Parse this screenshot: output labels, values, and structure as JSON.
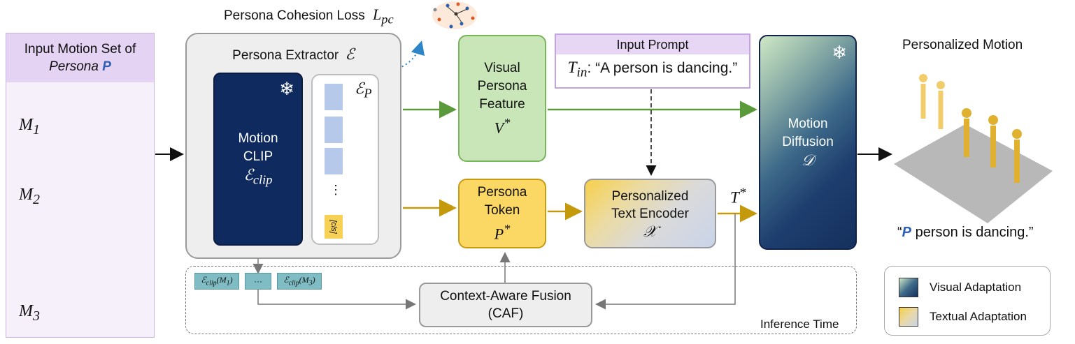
{
  "input_panel": {
    "title_line1": "Input Motion Set of",
    "title_italic": "Persona",
    "title_symbol": "P",
    "motions": [
      "M",
      "M",
      "M"
    ],
    "motion_subs": [
      "1",
      "2",
      "3"
    ]
  },
  "loss": {
    "label": "Persona Cohesion Loss",
    "symbol": "L",
    "symbol_sub": "pc"
  },
  "extractor": {
    "title": "Persona Extractor",
    "symbol": "ℰ",
    "clip_line1": "Motion",
    "clip_line2": "CLIP",
    "clip_symbol": "ℰ",
    "clip_sub": "clip",
    "ep_symbol": "ℰ",
    "ep_sub": "P",
    "cls_label": "[cls]",
    "ellipsis": "⋮"
  },
  "visual_feature": {
    "line1": "Visual",
    "line2": "Persona",
    "line3": "Feature",
    "symbol": "V",
    "sup": "*"
  },
  "persona_token": {
    "line1": "Persona",
    "line2": "Token",
    "symbol": "P",
    "sup": "*"
  },
  "prompt": {
    "header": "Input Prompt",
    "symbol": "T",
    "sub": "in",
    "text": ": “A person is dancing.”"
  },
  "text_encoder": {
    "line1": "Personalized",
    "line2": "Text Encoder",
    "symbol": "𝒳",
    "output_symbol": "T",
    "output_sup": "*"
  },
  "diffusion": {
    "line1": "Motion",
    "line2": "Diffusion",
    "symbol": "𝒟"
  },
  "output": {
    "title": "Personalized Motion",
    "caption_symbol": "P",
    "caption_text": " person is dancing.”",
    "caption_open": "“"
  },
  "fusion": {
    "line1": "Context-Aware Fusion",
    "line2": "(CAF)"
  },
  "embeddings": {
    "e1_symbol": "ℰ",
    "e1_sub": "clip",
    "e1_arg": "(M",
    "e1_arg_sub": "1",
    "e1_close": ")",
    "mid": "···",
    "e3_symbol": "ℰ",
    "e3_sub": "clip",
    "e3_arg": "(M",
    "e3_arg_sub": "3",
    "e3_close": ")"
  },
  "inference_label": "Inference Time",
  "legend": {
    "visual": "Visual Adaptation",
    "textual": "Textual Adaptation"
  },
  "icons": {
    "frozen": "snowflake-icon"
  },
  "colors": {
    "green_arrow": "#5a9a3a",
    "gold_arrow": "#c49a0c",
    "navy": "#0f2a5e",
    "dotted_blue": "#2e86c9"
  }
}
